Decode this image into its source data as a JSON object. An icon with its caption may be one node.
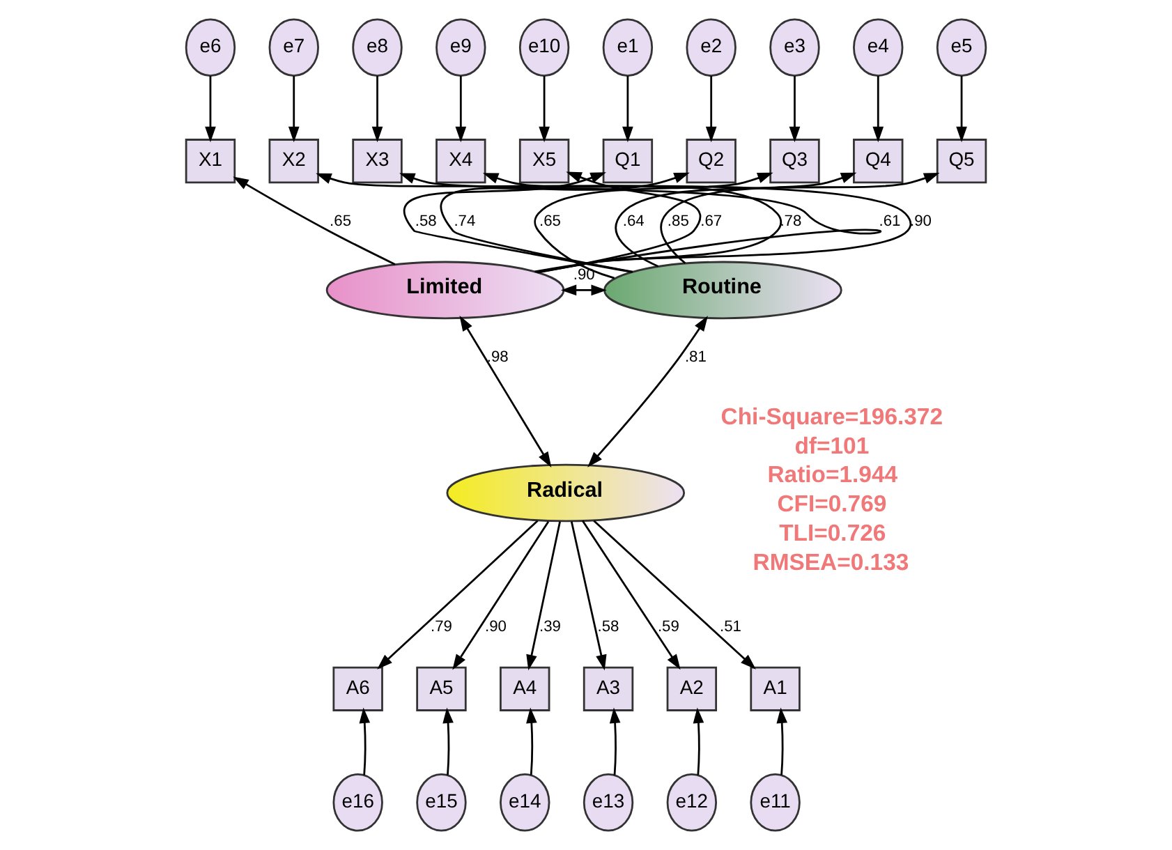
{
  "diagram": {
    "nodes": [
      {
        "text": [
          "e6"
        ]
      },
      {
        "text": [
          "e7"
        ]
      },
      {
        "text": [
          "e8"
        ]
      },
      {
        "text": [
          "e9"
        ]
      },
      {
        "text": [
          "e10"
        ]
      },
      {
        "text": [
          "e1"
        ]
      },
      {
        "text": [
          "e2"
        ]
      },
      {
        "text": [
          "e3"
        ]
      },
      {
        "text": [
          "e4"
        ]
      },
      {
        "text": [
          "e5"
        ]
      },
      {
        "text": [
          "X1"
        ]
      },
      {
        "text": [
          "X2"
        ]
      },
      {
        "text": [
          "X3"
        ]
      },
      {
        "text": [
          "X4"
        ]
      },
      {
        "text": [
          "X5"
        ]
      },
      {
        "text": [
          "Q1"
        ]
      },
      {
        "text": [
          "Q2"
        ]
      },
      {
        "text": [
          "Q3"
        ]
      },
      {
        "text": [
          "Q4"
        ]
      },
      {
        "text": [
          "Q5"
        ]
      },
      {
        "text": [
          "Limited"
        ]
      },
      {
        "text": [
          "Routine"
        ]
      },
      {
        "text": [
          "Radical"
        ]
      },
      {
        "text": [
          "A6"
        ]
      },
      {
        "text": [
          "A5"
        ]
      },
      {
        "text": [
          "A4"
        ]
      },
      {
        "text": [
          "A3"
        ]
      },
      {
        "text": [
          "A2"
        ]
      },
      {
        "text": [
          "A1"
        ]
      },
      {
        "text": [
          "e16"
        ]
      },
      {
        "text": [
          "e15"
        ]
      },
      {
        "text": [
          "e14"
        ]
      },
      {
        "text": [
          "e13"
        ]
      },
      {
        "text": [
          "e12"
        ]
      },
      {
        "text": [
          "e11"
        ]
      }
    ],
    "edges": [
      {
        "from": 0,
        "to": 10,
        "arrow": "to"
      },
      {
        "from": 1,
        "to": 11,
        "arrow": "to"
      },
      {
        "from": 2,
        "to": 12,
        "arrow": "to"
      },
      {
        "from": 3,
        "to": 13,
        "arrow": "to"
      },
      {
        "from": 4,
        "to": 14,
        "arrow": "to"
      },
      {
        "from": 5,
        "to": 15,
        "arrow": "to"
      },
      {
        "from": 6,
        "to": 16,
        "arrow": "to"
      },
      {
        "from": 7,
        "to": 17,
        "arrow": "to"
      },
      {
        "from": 8,
        "to": 18,
        "arrow": "to"
      },
      {
        "from": 9,
        "to": 19,
        "arrow": "to"
      },
      {
        "from": 20,
        "to": 10,
        "arrow": "to",
        "label": ".65"
      },
      {
        "from": 20,
        "to": 11,
        "arrow": "to",
        "label": ".90"
      },
      {
        "from": 20,
        "to": 12,
        "arrow": "to",
        "label": ".61"
      },
      {
        "from": 20,
        "to": 13,
        "arrow": "to",
        "label": ".78"
      },
      {
        "from": 20,
        "to": 14,
        "arrow": "to",
        "label": ".67"
      },
      {
        "from": 21,
        "to": 15,
        "arrow": "to",
        "label": ".58"
      },
      {
        "from": 21,
        "to": 16,
        "arrow": "to",
        "label": ".74"
      },
      {
        "from": 21,
        "to": 17,
        "arrow": "to",
        "label": ".65"
      },
      {
        "from": 21,
        "to": 18,
        "arrow": "to",
        "label": ".64"
      },
      {
        "from": 21,
        "to": 19,
        "arrow": "to",
        "label": ".85"
      },
      {
        "from": 20,
        "to": 21,
        "arrow": "both",
        "label": ".90"
      },
      {
        "from": 20,
        "to": 22,
        "arrow": "both",
        "label": ".98"
      },
      {
        "from": 22,
        "to": 21,
        "arrow": "both",
        "label": ".81"
      },
      {
        "from": 22,
        "to": 23,
        "arrow": "to",
        "label": ".79"
      },
      {
        "from": 22,
        "to": 24,
        "arrow": "to",
        "label": ".90"
      },
      {
        "from": 22,
        "to": 25,
        "arrow": "to",
        "label": ".39"
      },
      {
        "from": 22,
        "to": 26,
        "arrow": "to",
        "label": ".58"
      },
      {
        "from": 22,
        "to": 27,
        "arrow": "to",
        "label": ".59"
      },
      {
        "from": 22,
        "to": 28,
        "arrow": "to",
        "label": ".51"
      },
      {
        "from": 29,
        "to": 23,
        "arrow": "to"
      },
      {
        "from": 30,
        "to": 24,
        "arrow": "to"
      },
      {
        "from": 31,
        "to": 25,
        "arrow": "to"
      },
      {
        "from": 32,
        "to": 26,
        "arrow": "to"
      },
      {
        "from": 33,
        "to": 27,
        "arrow": "to"
      },
      {
        "from": 34,
        "to": 28,
        "arrow": "to"
      }
    ],
    "labels": [
      "Chi-Square=196.372",
      "df=101",
      "Ratio=1.944",
      "CFI=0.769",
      "TLI=0.726",
      "RMSEA=0.133"
    ]
  }
}
